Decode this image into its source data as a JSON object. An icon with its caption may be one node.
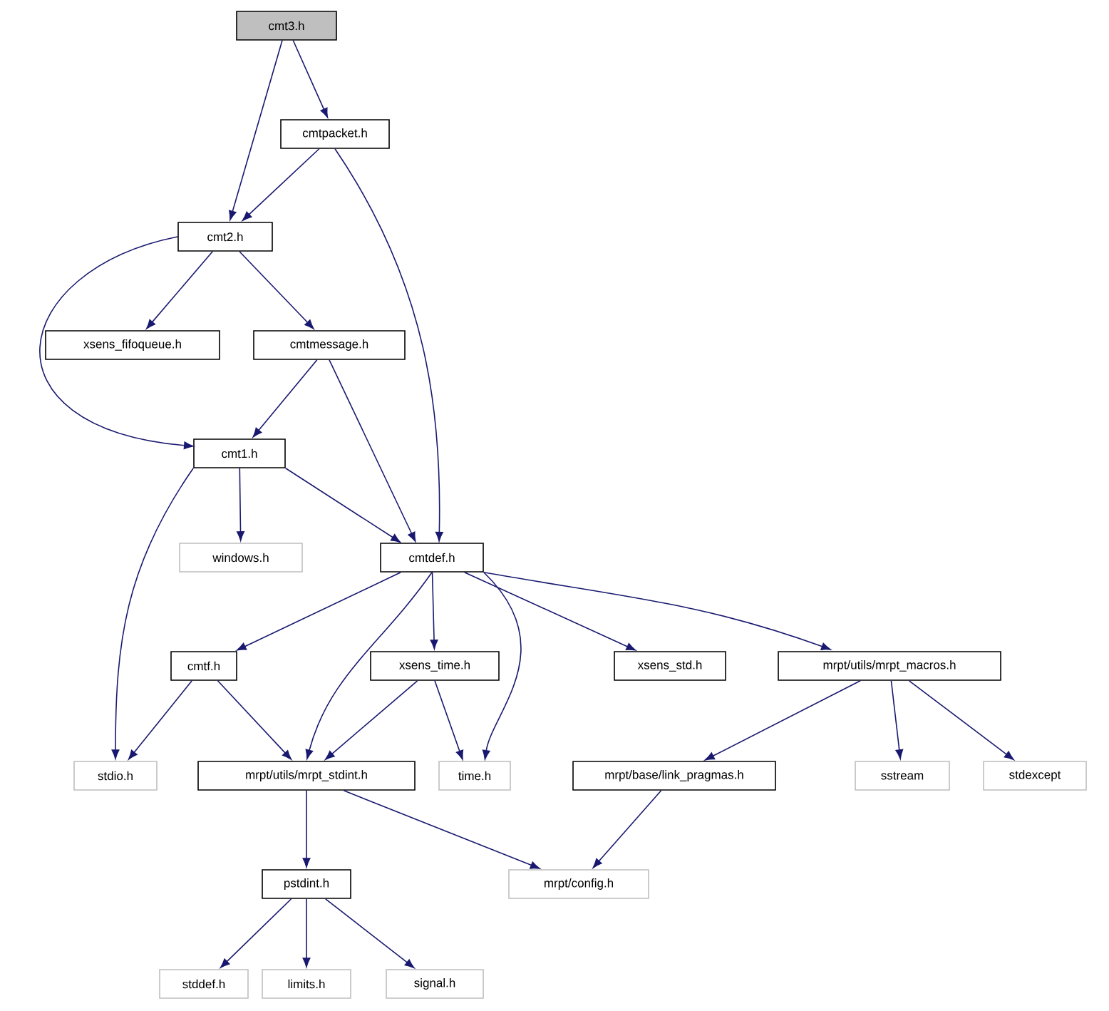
{
  "diagram": {
    "nodes": [
      {
        "text": [
          "cmt3.h"
        ]
      },
      {
        "text": [
          "cmtpacket.h"
        ]
      },
      {
        "text": [
          "cmt2.h"
        ]
      },
      {
        "text": [
          "xsens_fifoqueue.h"
        ]
      },
      {
        "text": [
          "cmtmessage.h"
        ]
      },
      {
        "text": [
          "cmt1.h"
        ]
      },
      {
        "text": [
          "windows.h"
        ]
      },
      {
        "text": [
          "cmtdef.h"
        ]
      },
      {
        "text": [
          "cmtf.h"
        ]
      },
      {
        "text": [
          "xsens_time.h"
        ]
      },
      {
        "text": [
          "xsens_std.h"
        ]
      },
      {
        "text": [
          "mrpt/utils/mrpt_macros.h"
        ]
      },
      {
        "text": [
          "stdio.h"
        ]
      },
      {
        "text": [
          "mrpt/utils/mrpt_stdint.h"
        ]
      },
      {
        "text": [
          "time.h"
        ]
      },
      {
        "text": [
          "mrpt/base/link_pragmas.h"
        ]
      },
      {
        "text": [
          "sstream"
        ]
      },
      {
        "text": [
          "stdexcept"
        ]
      },
      {
        "text": [
          "pstdint.h"
        ]
      },
      {
        "text": [
          "mrpt/config.h"
        ]
      },
      {
        "text": [
          "stddef.h"
        ]
      },
      {
        "text": [
          "limits.h"
        ]
      },
      {
        "text": [
          "signal.h"
        ]
      }
    ],
    "edges": [
      {
        "from": 0,
        "to": 1,
        "arrow": "to"
      },
      {
        "from": 0,
        "to": 2,
        "arrow": "to"
      },
      {
        "from": 1,
        "to": 2,
        "arrow": "to"
      },
      {
        "from": 1,
        "to": 7,
        "arrow": "to"
      },
      {
        "from": 2,
        "to": 3,
        "arrow": "to"
      },
      {
        "from": 2,
        "to": 4,
        "arrow": "to"
      },
      {
        "from": 2,
        "to": 5,
        "arrow": "to"
      },
      {
        "from": 4,
        "to": 5,
        "arrow": "to"
      },
      {
        "from": 4,
        "to": 7,
        "arrow": "to"
      },
      {
        "from": 5,
        "to": 6,
        "arrow": "to"
      },
      {
        "from": 5,
        "to": 7,
        "arrow": "to"
      },
      {
        "from": 5,
        "to": 12,
        "arrow": "to"
      },
      {
        "from": 7,
        "to": 8,
        "arrow": "to"
      },
      {
        "from": 7,
        "to": 13,
        "arrow": "to"
      },
      {
        "from": 7,
        "to": 9,
        "arrow": "to"
      },
      {
        "from": 7,
        "to": 14,
        "arrow": "to"
      },
      {
        "from": 7,
        "to": 10,
        "arrow": "to"
      },
      {
        "from": 7,
        "to": 11,
        "arrow": "to"
      },
      {
        "from": 8,
        "to": 12,
        "arrow": "to"
      },
      {
        "from": 8,
        "to": 13,
        "arrow": "to"
      },
      {
        "from": 9,
        "to": 13,
        "arrow": "to"
      },
      {
        "from": 9,
        "to": 14,
        "arrow": "to"
      },
      {
        "from": 11,
        "to": 15,
        "arrow": "to"
      },
      {
        "from": 11,
        "to": 16,
        "arrow": "to"
      },
      {
        "from": 11,
        "to": 17,
        "arrow": "to"
      },
      {
        "from": 13,
        "to": 18,
        "arrow": "to"
      },
      {
        "from": 13,
        "to": 19,
        "arrow": "to"
      },
      {
        "from": 15,
        "to": 19,
        "arrow": "to"
      },
      {
        "from": 18,
        "to": 20,
        "arrow": "to"
      },
      {
        "from": 18,
        "to": 21,
        "arrow": "to"
      },
      {
        "from": 18,
        "to": 22,
        "arrow": "to"
      }
    ]
  }
}
